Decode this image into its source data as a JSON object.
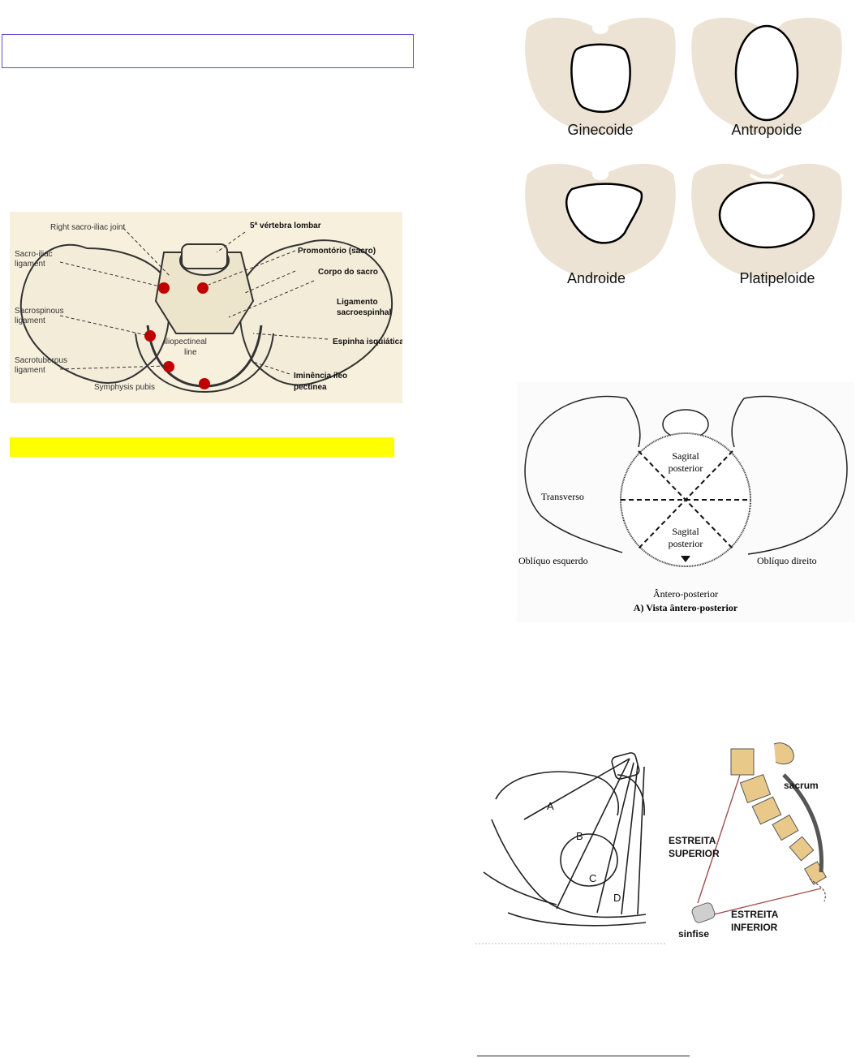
{
  "pelvis_types": {
    "labels": [
      "Ginecoide",
      "Antropoide",
      "Androide",
      "Platipeloide"
    ]
  },
  "pelvis_anatomy": {
    "left_labels": {
      "right_si_joint": "Right sacro-iliac joint",
      "si_ligament_1": "Sacro-iliac",
      "si_ligament_2": "ligament",
      "sacrospinous_1": "Sacrospinous",
      "sacrospinous_2": "ligament",
      "sacrotuberous_1": "Sacrotuberous",
      "sacrotuberous_2": "ligament",
      "symphysis": "Symphysis pubis",
      "iliopectineal_1": "Iliopectineal",
      "iliopectineal_2": "line"
    },
    "right_labels": {
      "vertebra": "5ª vértebra lombar",
      "promontorio": "Promontório (sacro)",
      "corpo": "Corpo do sacro",
      "ligamento_1": "Ligamento",
      "ligamento_2": "sacroespinhal",
      "espinha": "Espinha isquiática",
      "iminencia_1": "Iminência íleo",
      "iminencia_2": "pectínea"
    }
  },
  "diameters": {
    "sagital_top_1": "Sagital",
    "sagital_top_2": "posterior",
    "sagital_bottom_1": "Sagital",
    "sagital_bottom_2": "posterior",
    "transverso": "Transverso",
    "obliquo_esquerdo": "Oblíquo esquerdo",
    "obliquo_direito": "Oblíquo direito",
    "antero_posterior": "Ântero-posterior",
    "caption": "A) Vista ântero-posterior"
  },
  "straits": {
    "planes": [
      "A",
      "B",
      "C",
      "D"
    ],
    "sacrum": "sacrum",
    "superior_1": "ESTREITA",
    "superior_2": "SUPERIOR",
    "inferior_1": "ESTREITA",
    "inferior_2": "INFERIOR",
    "sinfise": "sinfise"
  },
  "colors": {
    "box_border": "#5b4fd6",
    "highlight": "#ffff00",
    "bone_fill": "#ece3d4",
    "marker_red": "#c00000",
    "sepia_bg": "#f6f0dd",
    "sacrum_bone": "#e8c98a"
  }
}
